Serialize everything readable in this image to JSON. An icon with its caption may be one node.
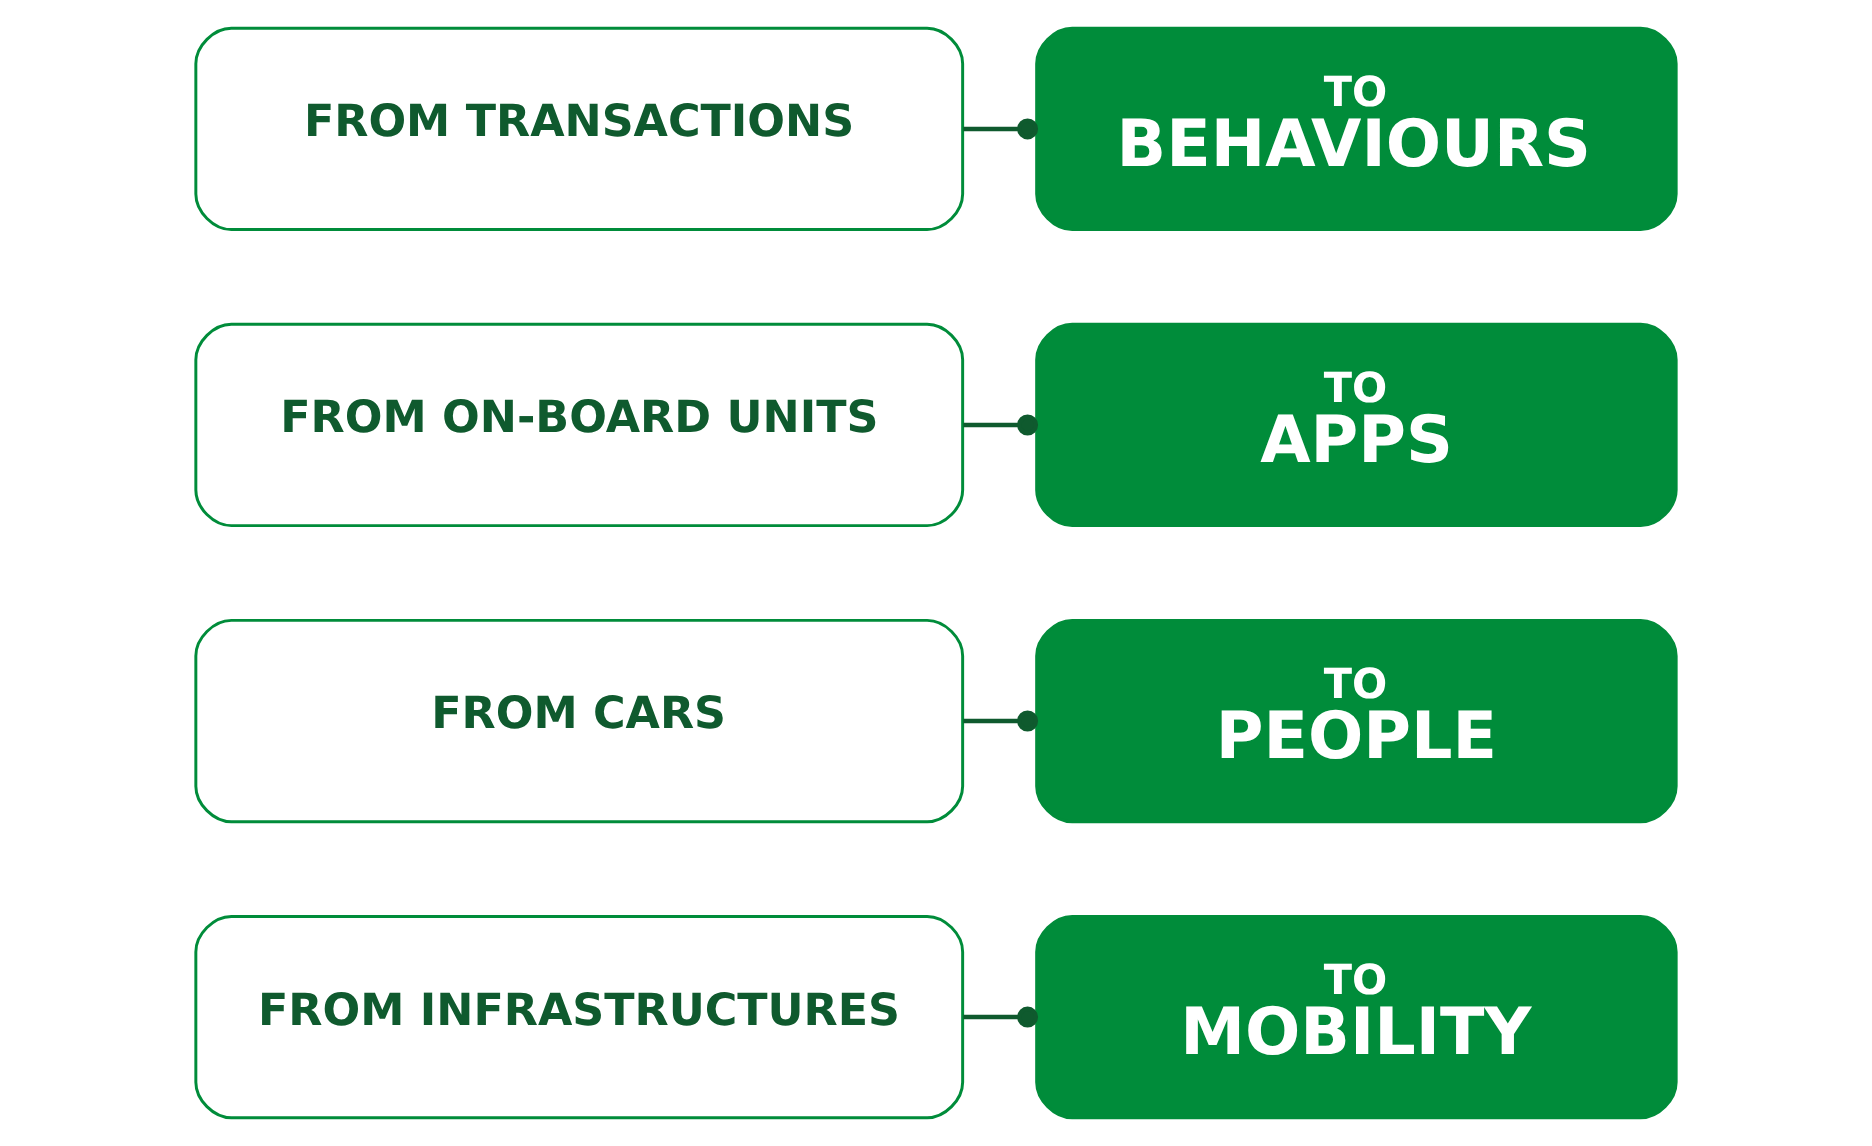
{
  "diagram": {
    "nodes": [
      {
        "text": [
          "FROM INFRASTRUCTURES"
        ]
      },
      {
        "text": [
          "TO",
          "MOBILITY"
        ]
      },
      {
        "text": [
          "FROM CARS"
        ]
      },
      {
        "text": [
          "TO",
          "PEOPLE"
        ]
      },
      {
        "text": [
          "FROM ON-BOARD UNITS"
        ]
      },
      {
        "text": [
          "TO",
          "APPS"
        ]
      },
      {
        "text": [
          "FROM TRANSACTIONS"
        ]
      },
      {
        "text": [
          "TO",
          "BEHAVIOURS"
        ]
      }
    ],
    "edges": [
      {
        "from": 0,
        "to": 1,
        "arrow": "other"
      },
      {
        "from": 2,
        "to": 3,
        "arrow": "other"
      },
      {
        "from": 4,
        "to": 5,
        "arrow": "other"
      },
      {
        "from": 6,
        "to": 7,
        "arrow": "other"
      }
    ]
  }
}
